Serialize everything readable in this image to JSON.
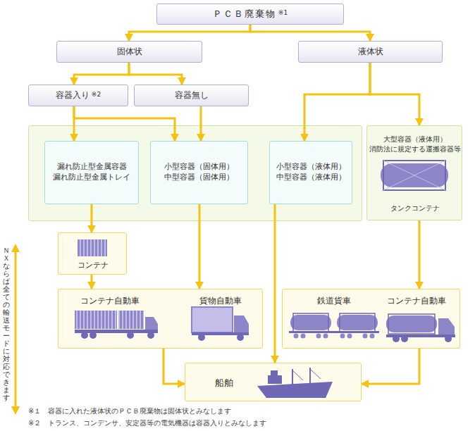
{
  "diagram": {
    "nodes": [
      {
        "text": [
          "ＰＣＢ廃棄物",
          "※1"
        ]
      },
      {
        "text": [
          "固体状"
        ]
      },
      {
        "text": [
          "液体状"
        ]
      },
      {
        "text": [
          "容器入り",
          "※2"
        ]
      },
      {
        "text": [
          "容器無し"
        ]
      },
      {
        "text": [
          "漏れ防止型金属容器 漏れ防止型金属トレイ"
        ]
      },
      {
        "text": [
          "小型容器（固体用） 中型容器（固体用）"
        ]
      },
      {
        "text": [
          "小型容器（液体用） 中型容器（液体用）"
        ]
      },
      {
        "text": [
          "大型容器（液体用） 消防法に規定する運搬容器等",
          "タンクコンテナ"
        ]
      },
      {
        "text": [
          "コンテナ"
        ]
      },
      {
        "text": [
          "コンテナ自動車",
          "貨物自動車"
        ]
      },
      {
        "text": [
          "鉄道貨車",
          "コンテナ自動車"
        ]
      },
      {
        "text": [
          "船舶"
        ]
      }
    ],
    "edges": [
      {
        "from": 0,
        "to": 1,
        "arrow": "to"
      },
      {
        "from": 0,
        "to": 2,
        "arrow": "to"
      },
      {
        "from": 1,
        "to": 3,
        "arrow": "to"
      },
      {
        "from": 1,
        "to": 4,
        "arrow": "to"
      },
      {
        "from": 3,
        "to": 5,
        "arrow": "to"
      },
      {
        "from": 3,
        "to": 6,
        "arrow": "to"
      },
      {
        "from": 4,
        "to": 6,
        "arrow": "to"
      },
      {
        "from": 2,
        "to": 7,
        "arrow": "to"
      },
      {
        "from": 2,
        "to": 8,
        "arrow": "to"
      },
      {
        "from": 5,
        "to": 9,
        "arrow": "to"
      },
      {
        "from": 9,
        "to": 10,
        "arrow": "to"
      },
      {
        "from": 6,
        "to": 10,
        "arrow": "to"
      },
      {
        "from": 7,
        "to": 12,
        "arrow": "to"
      },
      {
        "from": 10,
        "to": 12,
        "arrow": "to"
      },
      {
        "from": 11,
        "to": 12,
        "arrow": "to"
      },
      {
        "from": 8,
        "to": 11,
        "arrow": "to"
      }
    ],
    "labels": [
      "ＮＸならば全ての輸送モードに対応できます",
      "※１　容器に入れた液体状のＰＣＢ廃棄物は固体状とみなします",
      "※２　トランス、コンデンサ、安定器等の電気機器は容器入りとみなします"
    ]
  }
}
